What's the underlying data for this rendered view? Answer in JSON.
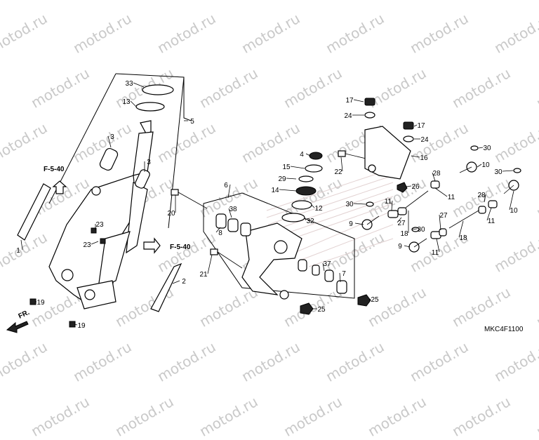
{
  "diagram": {
    "code": "MKC4F1100",
    "watermark": "motod.ru",
    "front_marker": "FR.",
    "references": [
      "F-5-40",
      "F-5-40"
    ],
    "callouts": [
      "1",
      "2",
      "3",
      "3",
      "4",
      "5",
      "6",
      "7",
      "8",
      "9",
      "9",
      "10",
      "10",
      "11",
      "11",
      "11",
      "11",
      "12",
      "13",
      "14",
      "15",
      "16",
      "17",
      "17",
      "18",
      "18",
      "19",
      "19",
      "20",
      "21",
      "22",
      "23",
      "23",
      "24",
      "24",
      "25",
      "25",
      "26",
      "27",
      "27",
      "28",
      "28",
      "29",
      "30",
      "30",
      "30",
      "30",
      "32",
      "33",
      "37",
      "38"
    ]
  }
}
